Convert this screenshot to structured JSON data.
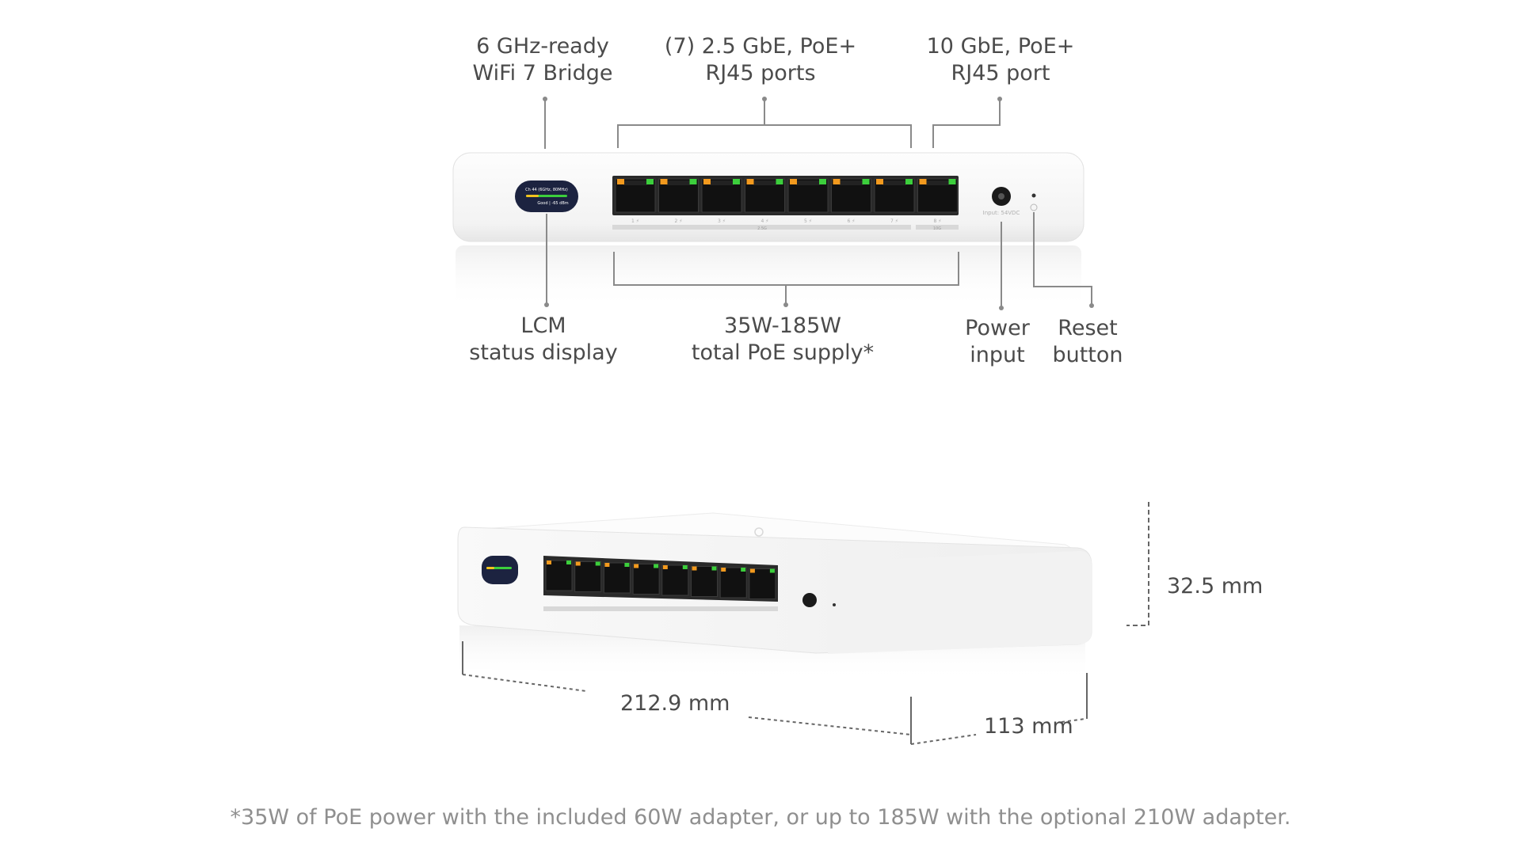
{
  "callouts": {
    "wifi_bridge": [
      "6 GHz-ready",
      "WiFi 7 Bridge"
    ],
    "ports_25": [
      "(7) 2.5 GbE, PoE+",
      "RJ45 ports"
    ],
    "port_10": [
      "10 GbE, PoE+",
      "RJ45 port"
    ],
    "lcm": [
      "LCM",
      "status display"
    ],
    "poe_supply": [
      "35W-185W",
      "total PoE supply*"
    ],
    "power": [
      "Power",
      "input"
    ],
    "reset": [
      "Reset",
      "button"
    ]
  },
  "dimensions": {
    "height": "32.5 mm",
    "width": "212.9 mm",
    "depth": "113 mm"
  },
  "footnote": "*35W of PoE power with the included 60W adapter, or up to 185W with the optional 210W adapter.",
  "device_text": {
    "lcm_line1": "Ch 44 (6GHz, 80MHz)",
    "lcm_line2": "Good | -65 dBm",
    "input_label": "Input: 54VDC",
    "port_labels": [
      "1 ⚡",
      "2 ⚡",
      "3 ⚡",
      "4 ⚡",
      "5 ⚡",
      "6 ⚡",
      "7 ⚡",
      "8 ⚡"
    ],
    "group_25": "2.5G",
    "group_10": "10G"
  },
  "colors": {
    "led_orange": "#f39a1e",
    "led_green": "#3ccf3c",
    "port_black": "#222222",
    "body_white": "#f7f7f7",
    "leader_gray": "#8a8a8a"
  }
}
